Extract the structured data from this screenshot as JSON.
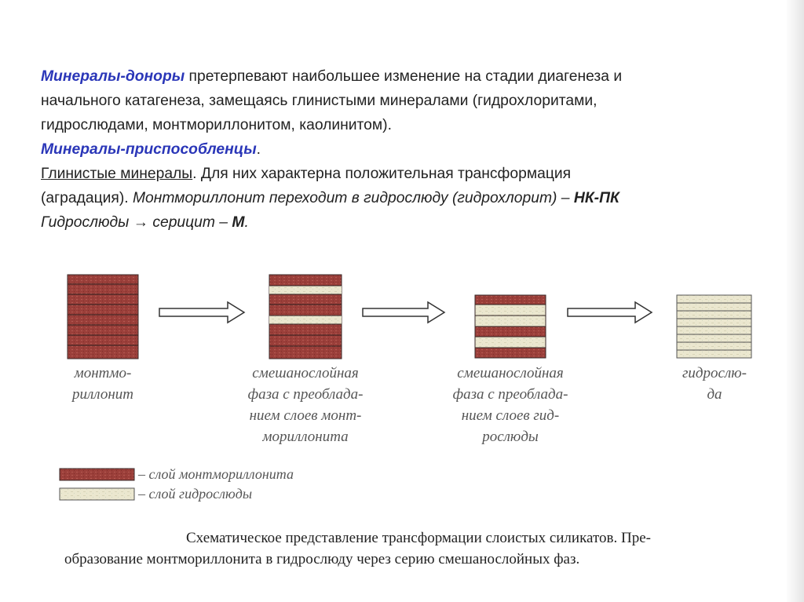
{
  "paragraph": {
    "l1_term": "Минералы-доноры",
    "l1_text": " претерпевают наибольшее изменение на стадии диагенеза и",
    "l2": "начального катагенеза, замещаясь глинистыми минералами (гидрохлоритами,",
    "l3": "гидрослюдами, монтмориллонитом, каолинитом).",
    "l4_term": "Минералы-приспособленцы",
    "l4_dot": ".",
    "l5_term": "Глинистые минералы",
    "l5_text": ". Для них характерна положительная трансформация",
    "l6_text": "(аградация). ",
    "l6_italic": "Монтмориллонит переходит в гидрослюду (гидрохлорит) – ",
    "l6_bold": "НК-ПК",
    "l7_a": "Гидрослюды ",
    "l7_arrow": "→",
    "l7_b": " серицит – ",
    "l7_bold": "М",
    "l7_end": "."
  },
  "stages": [
    {
      "caption_lines": [
        "монтмо-",
        "риллонит"
      ]
    },
    {
      "caption_lines": [
        "смешанослойная",
        "фаза с преоблада-",
        "нием слоев монт-",
        "мориллонита"
      ]
    },
    {
      "caption_lines": [
        "смешанослойная",
        "фаза с преоблада-",
        "нием слоев гид-",
        "рослюды"
      ]
    },
    {
      "caption_lines": [
        "гидрослю-",
        "да"
      ]
    }
  ],
  "legend": {
    "montmorillonite": "– слой монтмориллонита",
    "hydromica": "– слой гидрослюды"
  },
  "figure_caption": {
    "line1": "Схематическое представление трансформации слоистых силикатов. Пре-",
    "line2": "образование монтмориллонита в гидрослюду через серию смешанослойных фаз."
  },
  "colors": {
    "montmorillonite_layer": "#9b3f3a",
    "hydromica_layer": "#ebe7cf",
    "accent_text": "#2a36b8"
  }
}
